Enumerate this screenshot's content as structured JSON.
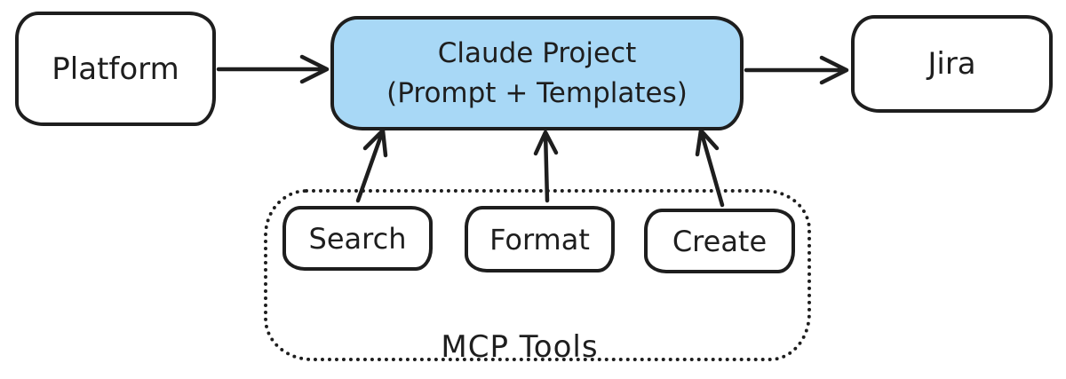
{
  "diagram": {
    "colors": {
      "stroke": "#1e1e1e",
      "claude_fill": "#a8d8f6",
      "background": "#ffffff"
    },
    "nodes": {
      "platform": {
        "label": "Platform"
      },
      "claude_project": {
        "line1": "Claude Project",
        "line2": "(Prompt + Templates)"
      },
      "jira": {
        "label": "Jira"
      },
      "search": {
        "label": "Search"
      },
      "format": {
        "label": "Format"
      },
      "create": {
        "label": "Create"
      }
    },
    "group": {
      "label": "MCP Tools"
    },
    "arrows": [
      {
        "name": "platform-to-claude",
        "from": "platform",
        "to": "claude_project"
      },
      {
        "name": "claude-to-jira",
        "from": "claude_project",
        "to": "jira"
      },
      {
        "name": "search-to-claude",
        "from": "search",
        "to": "claude_project"
      },
      {
        "name": "format-to-claude",
        "from": "format",
        "to": "claude_project"
      },
      {
        "name": "create-to-claude",
        "from": "create",
        "to": "claude_project"
      }
    ]
  }
}
